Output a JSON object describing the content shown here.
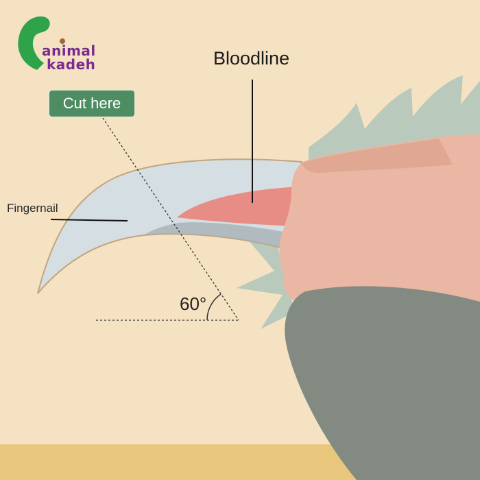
{
  "logo": {
    "line1": "animal",
    "line2": "kadeh"
  },
  "labels": {
    "bloodline": "Bloodline",
    "cut_here": "Cut here",
    "fingernail": "Fingernail",
    "angle": "60°"
  },
  "colors": {
    "background": "#f4e2c2",
    "floor": "#e8c77d",
    "nail": "#d5dee2",
    "quick": "#e78d85",
    "toe_skin": "#e9b7a3",
    "toe_pad": "#838a82",
    "fur": "#b9c9bb",
    "cut_box": "#4e8d62",
    "logo_green": "#2ea34a",
    "logo_purple": "#7a2b8f"
  }
}
